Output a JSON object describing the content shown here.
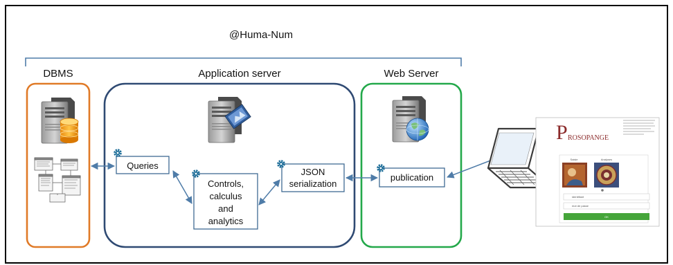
{
  "header": {
    "org_label": "@Huma-Num"
  },
  "tiers": {
    "dbms": {
      "label": "DBMS"
    },
    "app_server": {
      "label": "Application server"
    },
    "web_server": {
      "label": "Web Server"
    }
  },
  "components": {
    "queries": "Queries",
    "controls": [
      "Controls,",
      "calculus",
      "and",
      "analytics"
    ],
    "json": [
      "JSON",
      "serialization"
    ],
    "publication": "publication"
  },
  "website": {
    "logo_initial": "P",
    "logo_name": "ROSOPANGE",
    "image_captions": [
      "Saisie",
      "Analyses"
    ],
    "login_fields": [
      "identifiant",
      "mot de passe"
    ],
    "ok_button": "OK"
  },
  "colors": {
    "dbms_border": "#e07a27",
    "app_border": "#2f4a73",
    "web_border": "#23a84a",
    "box_border": "#3f6a93",
    "arrow": "#4f7ca8",
    "gear": "#1f6f9a",
    "logo": "#8b2a2a",
    "ok_button": "#45a53a"
  }
}
